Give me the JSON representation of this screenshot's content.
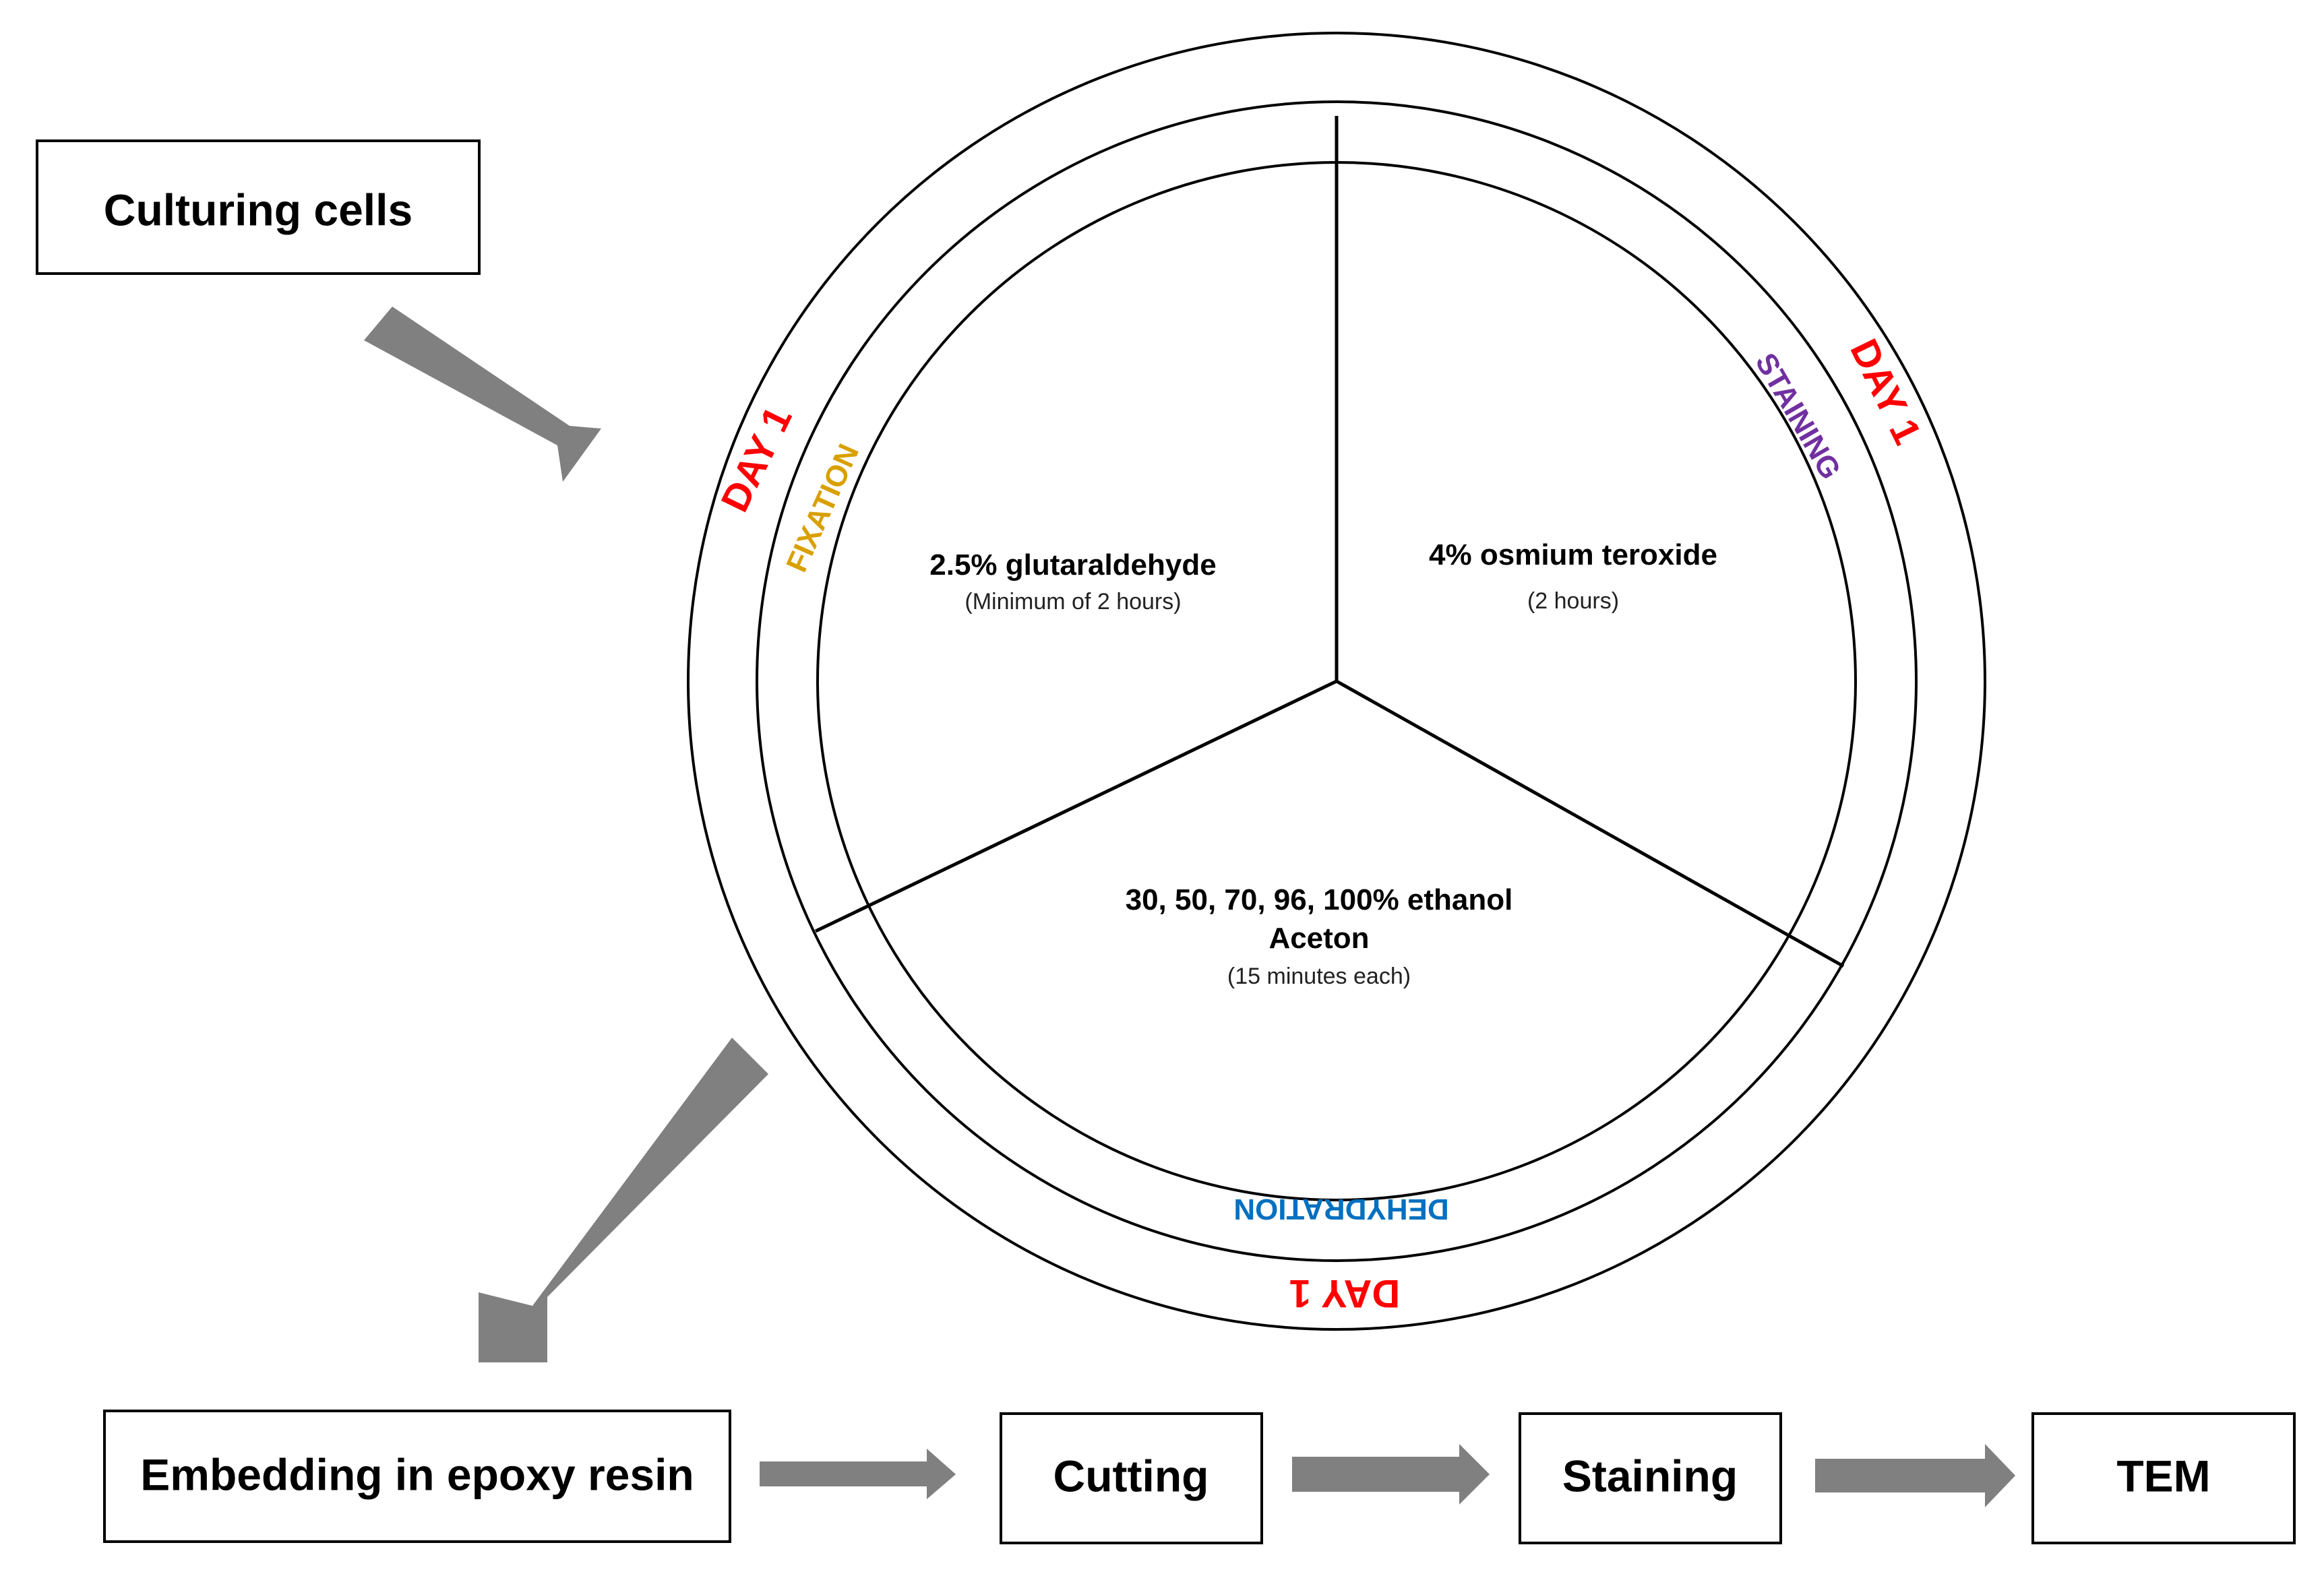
{
  "colors": {
    "day": "#FF0000",
    "fixation": "#D9A000",
    "staining": "#7030A0",
    "dehydration": "#0070C0",
    "arrow": "#808080"
  },
  "boxes": {
    "culturing": "Culturing cells",
    "embedding": "Embedding in epoxy resin",
    "cutting": "Cutting",
    "staining": "Staining",
    "tem": "TEM"
  },
  "wheel": {
    "fixation_segment": {
      "title": "2.5% glutaraldehyde",
      "note": "(Minimum of 2 hours)"
    },
    "staining_segment": {
      "title": "4% osmium teroxide",
      "note": "(2 hours)"
    },
    "dehydration_segment": {
      "title": "30, 50, 70, 96, 100% ethanol",
      "title2": "Aceton",
      "note": "(15 minutes each)"
    },
    "day_labels": [
      "DAY 1",
      "DAY 1",
      "DAY 1"
    ],
    "phase_labels": {
      "fixation": "FIXATION",
      "staining": "STAINING",
      "dehydration": "DEHYDRATION"
    }
  }
}
